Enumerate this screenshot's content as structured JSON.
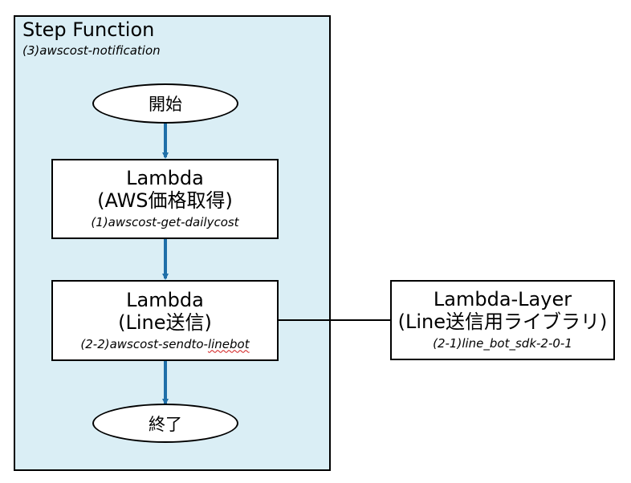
{
  "container": {
    "title": "Step Function",
    "subtitle": "(3)awscost-notification"
  },
  "nodes": {
    "start": {
      "label": "開始"
    },
    "lambda1": {
      "title": "Lambda",
      "subtitle": "(AWS価格取得)",
      "id": "(1)awscost-get-dailycost"
    },
    "lambda2": {
      "title": "Lambda",
      "subtitle": "(Line送信)",
      "id_prefix": "(2-2)awscost-sendto-",
      "id_flagged": "linebot"
    },
    "layer": {
      "title": "Lambda-Layer",
      "subtitle": "(Line送信用ライブラリ)",
      "id": "(2-1)line_bot_sdk-2-0-1"
    },
    "end": {
      "label": "終了"
    }
  },
  "colors": {
    "container_fill": "#daeef5",
    "arrow": "#1f6fa8",
    "border": "#000000",
    "spellcheck_underline": "#d11a1a"
  }
}
